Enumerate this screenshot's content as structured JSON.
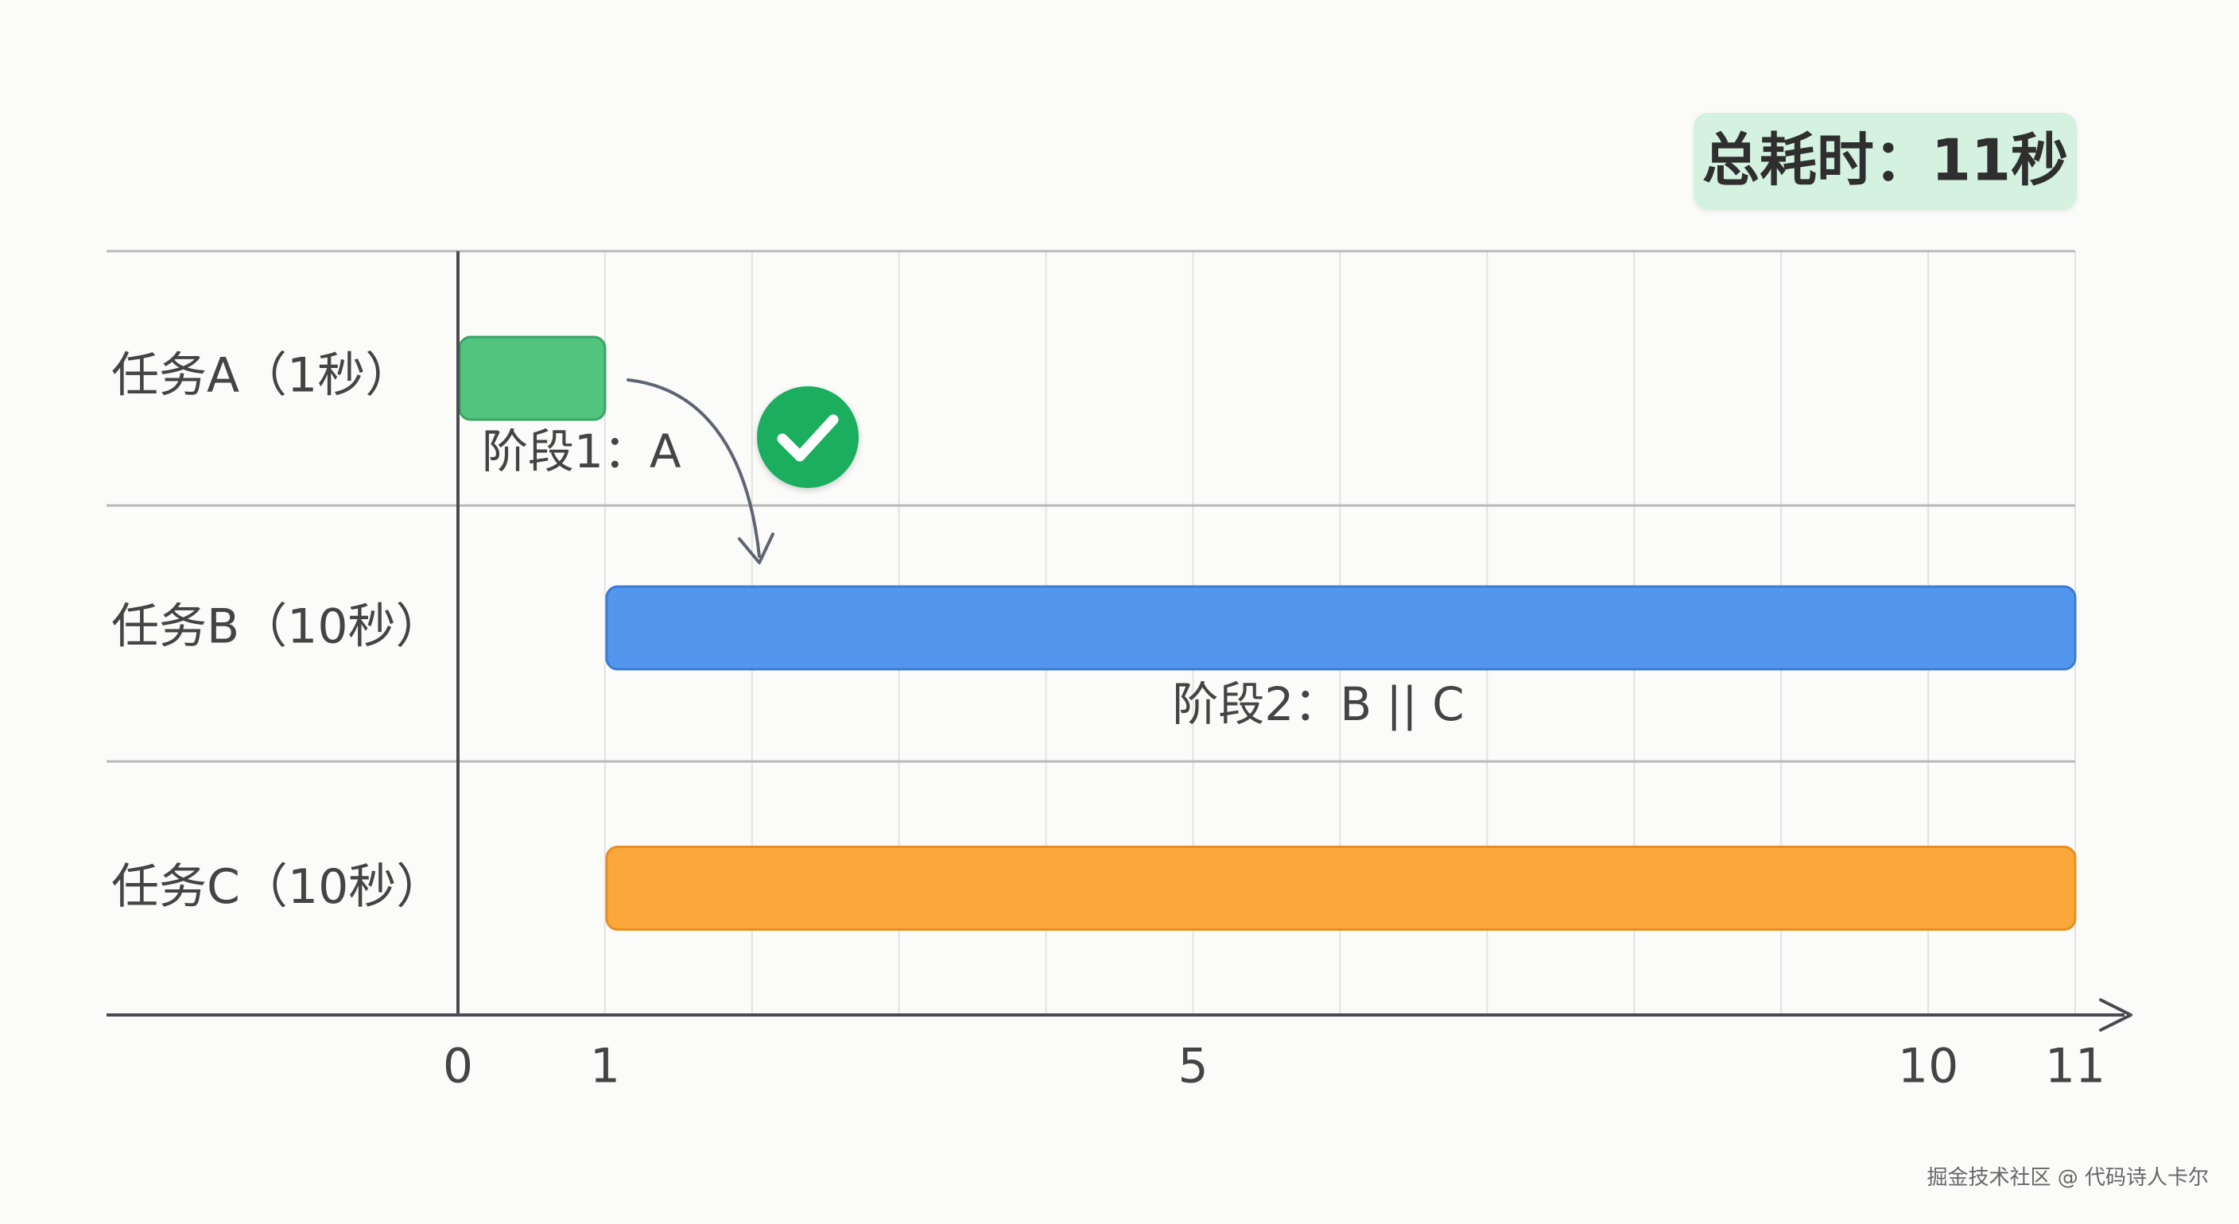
{
  "total_badge": {
    "text": "总耗时：11秒",
    "bg_color": "#d4f2df",
    "text_color": "#2f2f2f"
  },
  "colors": {
    "grid_horizontal": "#b9b9b9",
    "grid_vertical": "#e2e2e2",
    "axis": "#4a4a52",
    "label_text": "#444444",
    "check_circle": "#1fae5f",
    "arrow": "#5e6472"
  },
  "phase_labels": {
    "phase1": "阶段1：A",
    "phase2": "阶段2：B || C"
  },
  "icons": {
    "check": "check-circle-icon",
    "arrow": "curved-arrow-icon"
  },
  "watermark": "掘金技术社区 @ 代码诗人卡尔",
  "chart_data": {
    "type": "gantt",
    "title": "",
    "xlabel": "",
    "ylabel": "",
    "xlim": [
      0,
      11
    ],
    "x_ticks": [
      0,
      1,
      5,
      10,
      11
    ],
    "x_tick_labels": [
      "0",
      "1",
      "5",
      "10",
      "11"
    ],
    "grid": true,
    "tasks": [
      {
        "name": "任务A（1秒）",
        "start": 0,
        "end": 1,
        "duration": 1,
        "color": "#52c47f",
        "border": "#3aa565"
      },
      {
        "name": "任务B（10秒）",
        "start": 1,
        "end": 11,
        "duration": 10,
        "color": "#5297ed",
        "border": "#3a7bd4"
      },
      {
        "name": "任务C（10秒）",
        "start": 1,
        "end": 11,
        "duration": 10,
        "color": "#fba83b",
        "border": "#e58f22"
      }
    ],
    "phases": [
      {
        "label": "阶段1：A",
        "tasks": [
          "任务A"
        ]
      },
      {
        "label": "阶段2：B || C",
        "tasks": [
          "任务B",
          "任务C"
        ]
      }
    ],
    "total": 11
  }
}
